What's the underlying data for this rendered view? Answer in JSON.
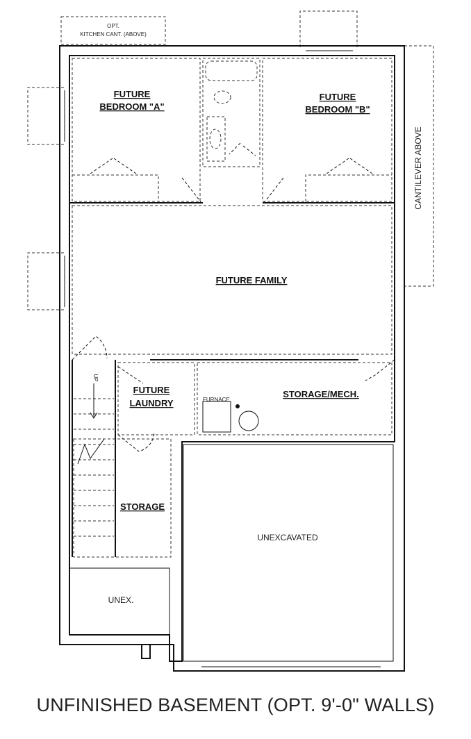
{
  "labels": {
    "opt_kitchen_line1": "OPT.",
    "opt_kitchen_line2": "KITCHEN CANT. (ABOVE)",
    "bedroom_a_line1": "FUTURE",
    "bedroom_a_line2": "BEDROOM \"A\"",
    "bedroom_b_line1": "FUTURE",
    "bedroom_b_line2": "BEDROOM \"B\"",
    "cantilever": "CANTILEVER ABOVE",
    "family": "FUTURE FAMILY",
    "laundry_line1": "FUTURE",
    "laundry_line2": "LAUNDRY",
    "storage_mech": "STORAGE/MECH.",
    "furnace": "FURNACE",
    "up": "UP",
    "storage": "STORAGE",
    "unexcavated": "UNEXCAVATED",
    "unex": "UNEX."
  },
  "caption": "UNFINISHED BASEMENT (OPT. 9'-0\" WALLS)"
}
